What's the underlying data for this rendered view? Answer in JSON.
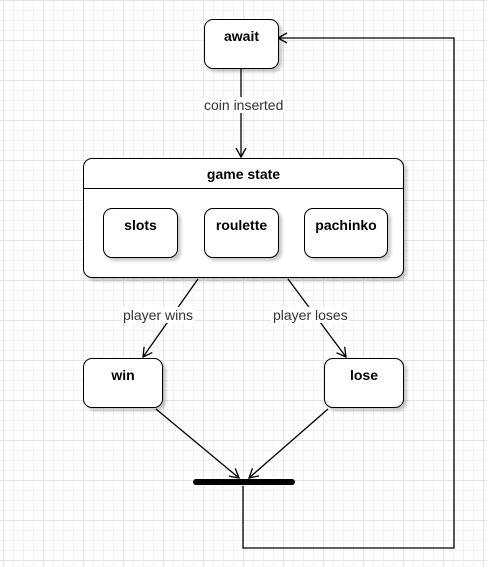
{
  "diagram": {
    "states": {
      "await": "await",
      "composite_title": "game state",
      "slots": "slots",
      "roulette": "roulette",
      "pachinko": "pachinko",
      "win": "win",
      "lose": "lose"
    },
    "transitions": {
      "coin_inserted": "coin inserted",
      "player_wins": "player wins",
      "player_loses": "player loses"
    },
    "colors": {
      "stroke": "#000000",
      "label_text": "#333333",
      "grid_major": "#e4e4e4",
      "grid_minor": "#f2f2f2"
    }
  }
}
